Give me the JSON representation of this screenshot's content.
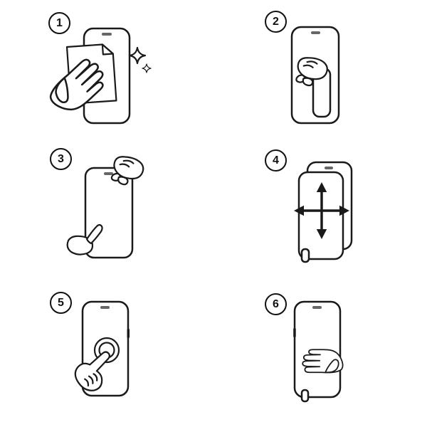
{
  "theme": {
    "background": "#ffffff",
    "line_color": "#1a1a1a"
  },
  "steps": [
    {
      "number": "1",
      "icon": "hand-wiping-phone-screen-with-cloth-and-sparkles"
    },
    {
      "number": "2",
      "icon": "hand-peeling-film-tab-from-phone"
    },
    {
      "number": "3",
      "icon": "hands-peeling-liner-from-phone-corner"
    },
    {
      "number": "4",
      "icon": "protector-aligned-over-phone-with-direction-arrows"
    },
    {
      "number": "5",
      "icon": "finger-tapping-center-of-screen-ripple"
    },
    {
      "number": "6",
      "icon": "hand-pressing-smoothing-lower-screen"
    }
  ]
}
